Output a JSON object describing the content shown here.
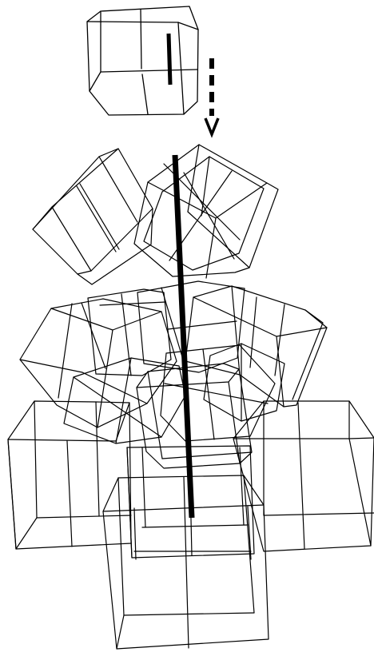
{
  "figure": {
    "background": "#ffffff",
    "line_color": "#000000",
    "elements": [
      "single-cube-with-rod",
      "dashed-downward-arrow",
      "central-rod",
      "tumbling-cubes",
      "cube-stack-base"
    ]
  }
}
